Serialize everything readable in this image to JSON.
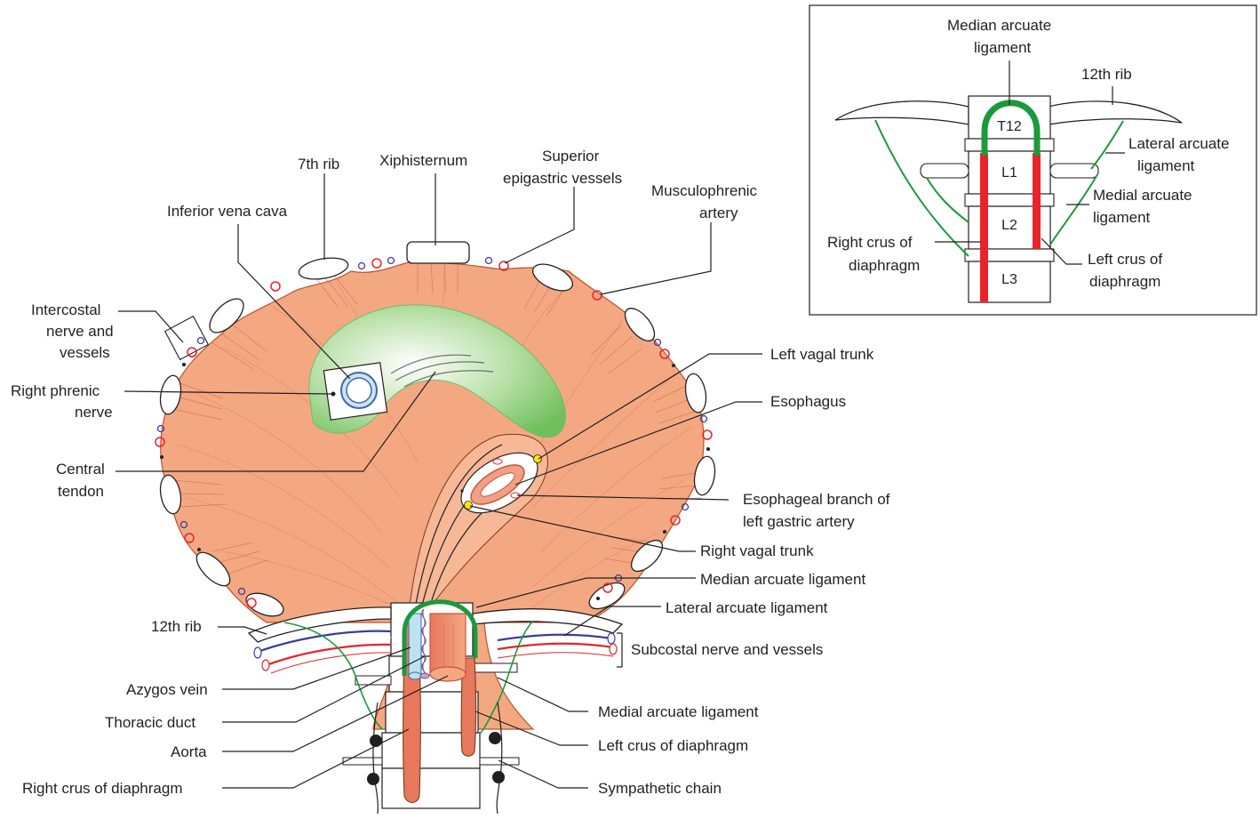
{
  "labels": {
    "seventh_rib": "7th rib",
    "xiphisternum": "Xiphisternum",
    "superior_epigastric_1": "Superior",
    "superior_epigastric_2": "epigastric vessels",
    "musculophrenic_1": "Musculophrenic",
    "musculophrenic_2": "artery",
    "ivc": "Inferior vena cava",
    "intercostal_1": "Intercostal",
    "intercostal_2": "nerve and",
    "intercostal_3": "vessels",
    "right_phrenic_1": "Right phrenic",
    "right_phrenic_2": "nerve",
    "central_tendon_1": "Central",
    "central_tendon_2": "tendon",
    "left_vagal": "Left vagal trunk",
    "esophagus": "Esophagus",
    "esoph_branch_1": "Esophageal branch of",
    "esoph_branch_2": "left gastric artery",
    "right_vagal": "Right vagal trunk",
    "median_arcuate": "Median arcuate ligament",
    "lateral_arcuate": "Lateral arcuate ligament",
    "subcostal": "Subcostal nerve and vessels",
    "twelfth_rib": "12th rib",
    "azygos": "Azygos vein",
    "thoracic_duct": "Thoracic duct",
    "aorta": "Aorta",
    "right_crus": "Right crus of diaphragm",
    "medial_arcuate": "Medial arcuate ligament",
    "left_crus": "Left crus of diaphragm",
    "sympathetic": "Sympathetic chain"
  },
  "inset": {
    "median_arcuate_1": "Median arcuate",
    "median_arcuate_2": "ligament",
    "twelfth_rib": "12th rib",
    "lateral_arcuate_1": "Lateral arcuate",
    "lateral_arcuate_2": "ligament",
    "medial_arcuate_1": "Medial arcuate",
    "medial_arcuate_2": "ligament",
    "right_crus_1": "Right crus of",
    "right_crus_2": "diaphragm",
    "left_crus_1": "Left crus of",
    "left_crus_2": "diaphragm",
    "t12": "T12",
    "l1": "L1",
    "l2": "L2",
    "l3": "L3"
  },
  "colors": {
    "muscle": "#f4a882",
    "tendon": "#7cc46a",
    "ligament_green": "#1a9a3c",
    "crus_red": "#e8242a",
    "vein_blue": "#3a3d98",
    "artery_red": "#e8242a"
  }
}
